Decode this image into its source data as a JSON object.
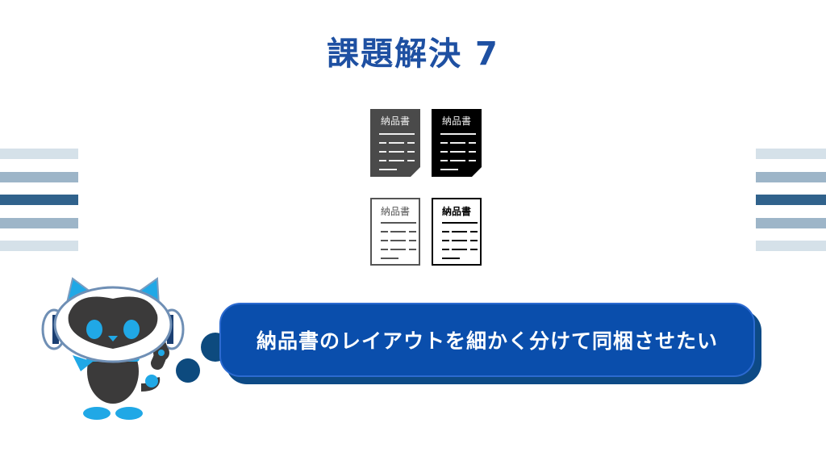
{
  "title": "課題解決 7",
  "documents": [
    {
      "label": "納品書",
      "style": "filled-gray"
    },
    {
      "label": "納品書",
      "style": "filled-black"
    },
    {
      "label": "納品書",
      "style": "outline-gray"
    },
    {
      "label": "納品書",
      "style": "outline-black"
    }
  ],
  "speech_bubble": {
    "text": "納品書のレイアウトを細かく分けて同梱させたい"
  },
  "colors": {
    "title": "#1e50a2",
    "bubble": "#0a4eac",
    "stripe_light": "#d5e1e9",
    "stripe_mid": "#9db5c8",
    "stripe_dark": "#30628c"
  }
}
